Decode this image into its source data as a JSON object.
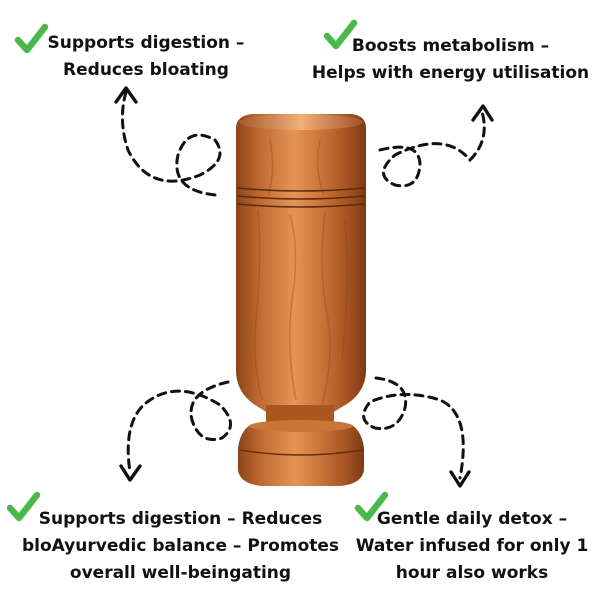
{
  "callouts": [
    {
      "lines": [
        "Supports digestion –",
        "Reduces bloating"
      ]
    },
    {
      "lines": [
        "Boosts metabolism –",
        "Helps with energy utilisation"
      ]
    },
    {
      "lines": [
        "Supports digestion – Reduces",
        "bloAyurvedic balance – Promotes",
        "overall well-beingating"
      ]
    },
    {
      "lines": [
        "Gentle daily detox –",
        "Water infused for only 1",
        "hour also works"
      ]
    }
  ],
  "icons": {
    "check": "check-mark-icon",
    "arrow": "dashed-curved-arrow"
  },
  "colors": {
    "background": "#ffffff",
    "text": "#111111",
    "check_green": "#4ab84a",
    "wood_light": "#d98a48",
    "wood_mid": "#b9652c",
    "wood_dark": "#7a3a14",
    "arrow": "#111111"
  }
}
